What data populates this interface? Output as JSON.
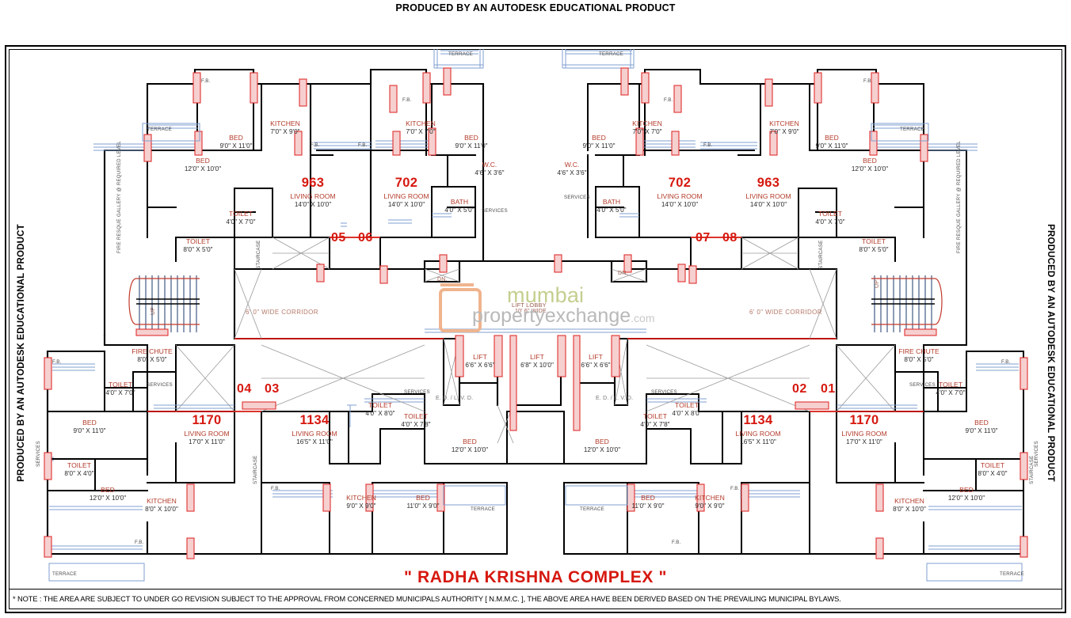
{
  "header": {
    "top_banner": "PRODUCED BY AN AUTODESK EDUCATIONAL PRODUCT",
    "side_left": "PRODUCED BY AN AUTODESK EDUCATIONAL PRODUCT",
    "side_right": "PRODUCED BY AN AUTODESK EDUCATIONAL PRODUCT"
  },
  "title": "\" RADHA KRISHNA COMPLEX \"",
  "note": "* NOTE : THE AREA ARE SUBJECT TO UNDER GO REVISION SUBJECT TO THE APPROVAL FROM CONCERNED MUNICIPALS AUTHORITY [ N.M.M.C. ],  THE ABOVE AREA HAVE BEEN DERIVED BASED ON THE PREVAILING MUNICIPAL BYLAWS.",
  "watermark": {
    "line1": "mumbai",
    "line2": "propertyexchange",
    "suffix": ".com"
  },
  "unit_numbers": [
    {
      "label": "05"
    },
    {
      "label": "06"
    },
    {
      "label": "07"
    },
    {
      "label": "08"
    },
    {
      "label": "04"
    },
    {
      "label": "03"
    },
    {
      "label": "02"
    },
    {
      "label": "01"
    }
  ],
  "areas": [
    {
      "value": "963",
      "room": "LIVING ROOM",
      "dim": "14'0\" X 10'0\""
    },
    {
      "value": "702",
      "room": "LIVING ROOM",
      "dim": "14'0\" X 10'0\""
    },
    {
      "value": "702",
      "room": "LIVING ROOM",
      "dim": "14'0\" X 10'0\""
    },
    {
      "value": "963",
      "room": "LIVING ROOM",
      "dim": "14'0\" X 10'0\""
    },
    {
      "value": "1170",
      "room": "LIVING ROOM",
      "dim": "17'0\" X 11'0\""
    },
    {
      "value": "1134",
      "room": "LIVING ROOM",
      "dim": "16'5\" X 11'0\""
    },
    {
      "value": "1134",
      "room": "LIVING ROOM",
      "dim": "16'5\" X 11'0\""
    },
    {
      "value": "1170",
      "room": "LIVING ROOM",
      "dim": "17'0\" X 11'0\""
    }
  ],
  "rooms": [
    {
      "name": "BED",
      "dim": "12'0\" X 10'0\""
    },
    {
      "name": "BED",
      "dim": "9'0\" X 11'0\""
    },
    {
      "name": "KITCHEN",
      "dim": "7'0\" X 9'0\""
    },
    {
      "name": "KITCHEN",
      "dim": "7'0\" X 7'0\""
    },
    {
      "name": "BED",
      "dim": "9'0\" X 11'0\""
    },
    {
      "name": "W.C.",
      "dim": "4'6\" X 3'6\""
    },
    {
      "name": "BATH",
      "dim": "4'0\" X 5'0\""
    },
    {
      "name": "TOILET",
      "dim": "4'0\" X 7'0\""
    },
    {
      "name": "TOILET",
      "dim": "8'0\" X 5'0\""
    },
    {
      "name": "TOILET",
      "dim": "4'0\" X 8'0\""
    },
    {
      "name": "TOILET",
      "dim": "4'0\" X 7'8\""
    },
    {
      "name": "TOILET",
      "dim": "8'0\" X 4'0\""
    },
    {
      "name": "FIRE CHUTE",
      "dim": "8'0\" X 5'0\""
    },
    {
      "name": "BED",
      "dim": "12'0\" X 10'0\""
    },
    {
      "name": "BED",
      "dim": "11'0\" X 9'0\""
    },
    {
      "name": "KITCHEN",
      "dim": "9'0\" X 9'0\""
    },
    {
      "name": "KITCHEN",
      "dim": "8'0\" X 10'0\""
    },
    {
      "name": "LIFT",
      "dim": "6'6\" X 6'6\""
    },
    {
      "name": "LIFT",
      "dim": "6'8\" X 10'0\""
    },
    {
      "name": "LIFT",
      "dim": "6'6\" X 6'6\""
    }
  ],
  "annotations": {
    "terrace": "TERRACE",
    "services": "SERVICES",
    "fb": "F.B.",
    "up": "UP",
    "dn": "DN.",
    "corridor": "6' 0\" WIDE CORRIDOR",
    "lift_lobby": "LIFT LOBBY",
    "lift_lobby_dim": "10' 6\" WIDE",
    "edlvd": "E. D. / L. V. D.",
    "fire_gallery": "FIRE RESQUE GALLERY @ REQUIRED LEVEL",
    "staircase": "STAIRCASE"
  },
  "colors": {
    "red": "#d6180f",
    "wall": "#000000",
    "column_fill": "#f6cfcf",
    "column_stroke": "#e03030",
    "window_blue": "#7f9fd0",
    "room_label": "#b33b2a",
    "hatch": "#999999"
  }
}
